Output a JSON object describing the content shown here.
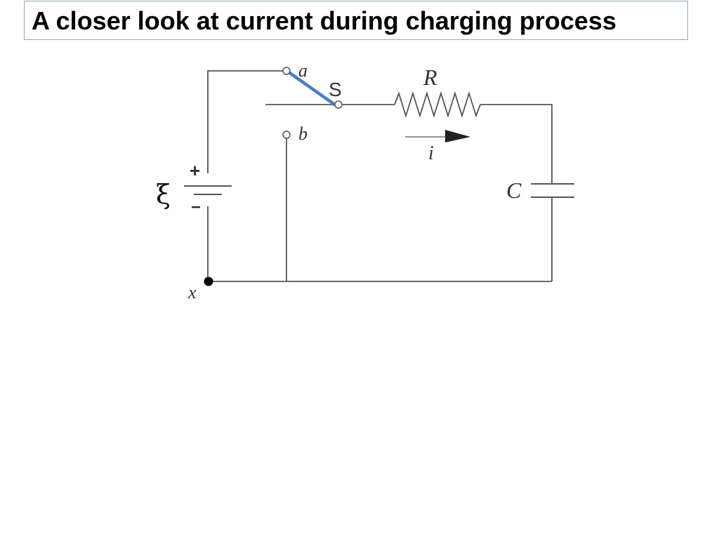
{
  "title": "A closer look at current during charging process",
  "circuit": {
    "emf_symbol": "ξ",
    "plus_sign": "+",
    "minus_sign": "−",
    "terminal_a": "a",
    "terminal_b": "b",
    "switch_label": "S",
    "resistor_label": "R",
    "current_label": "i",
    "capacitor_label": "C",
    "node_label": "x",
    "colors": {
      "wire": "#555555",
      "switch_blade": "#4a7dbf",
      "node": "#000000"
    }
  }
}
